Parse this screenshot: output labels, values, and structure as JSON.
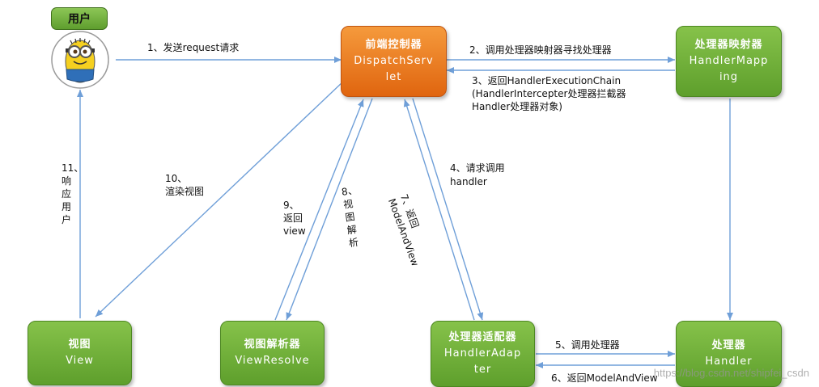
{
  "user": {
    "label": "用户"
  },
  "nodes": {
    "dispatcher": {
      "line1": "前端控制器",
      "line2": "DispatchServ",
      "line3": "let",
      "color": "#e8761e"
    },
    "mapping": {
      "line1": "处理器映射器",
      "line2": "HandlerMapp",
      "line3": "ing",
      "color": "#6aaa35"
    },
    "handler": {
      "line1": "处理器",
      "line2": "Handler"
    },
    "adapter": {
      "line1": "处理器适配器",
      "line2": "HandlerAdap",
      "line3": "ter"
    },
    "resolver": {
      "line1": "视图解析器",
      "line2": "ViewResolve"
    },
    "view": {
      "line1": "视图",
      "line2": "View"
    }
  },
  "edges": {
    "e1": "1、发送request请求",
    "e2": "2、调用处理器映射器寻找处理器",
    "e3a": "3、返回HandlerExecutionChain",
    "e3b": "(HandlerIntercepter处理器拦截器",
    "e3c": "Handler处理器对象)",
    "e4a": "4、请求调用",
    "e4b": "handler",
    "e5": "5、调用处理器",
    "e6": "6、返回ModelAndView",
    "e7a": "7、返回",
    "e7b": "ModelAndView",
    "e8a": "8、",
    "e8b": "视图解析",
    "e9a": "9、",
    "e9b": "返回",
    "e9c": "view",
    "e10a": "10、",
    "e10b": "渲染视图",
    "e11a": "11、",
    "e11b": "响应用户"
  },
  "watermark": "https://blog.csdn.net/shipfei_csdn",
  "colors": {
    "arrow": "#6f9fd8",
    "green": "#6aaa35",
    "orange": "#e8761e"
  }
}
